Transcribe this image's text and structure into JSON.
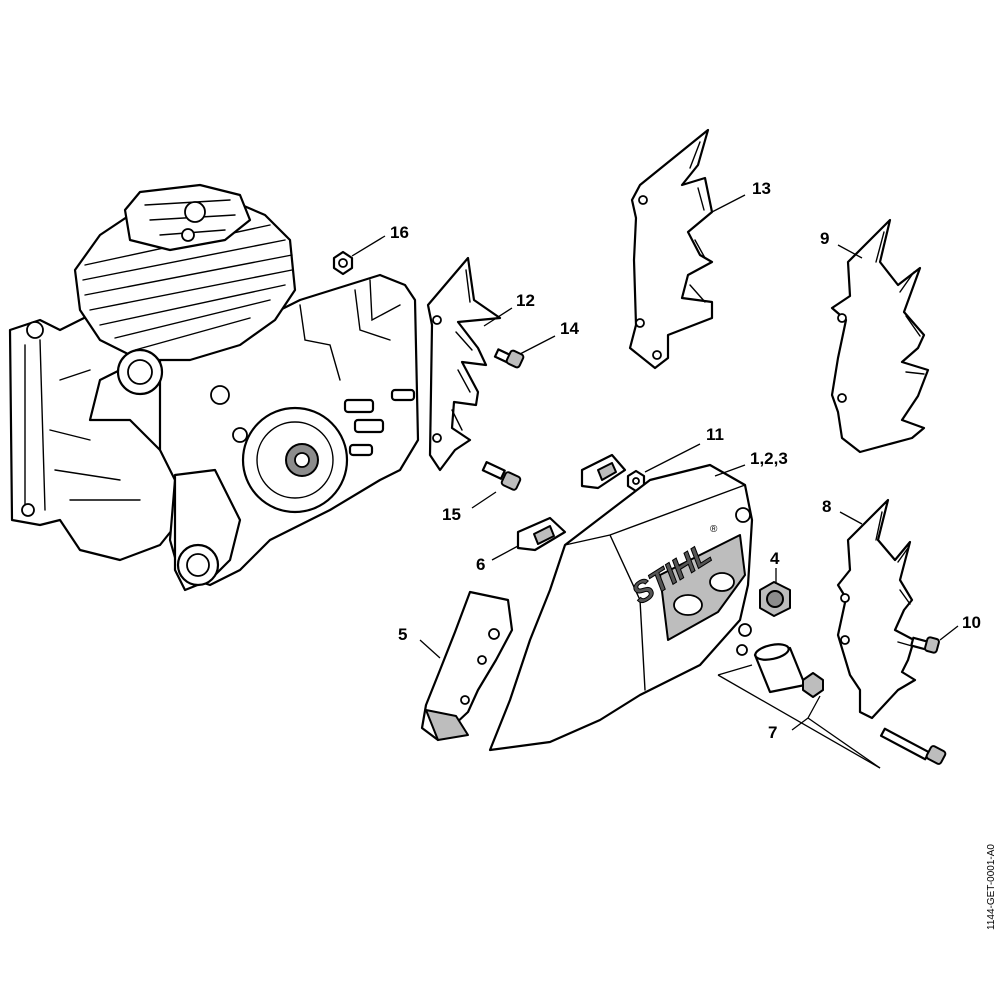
{
  "callouts": {
    "c16": "16",
    "c13": "13",
    "c9": "9",
    "c12": "12",
    "c14": "14",
    "c11": "11",
    "c123": "1,2,3",
    "c15": "15",
    "c8": "8",
    "c6": "6",
    "c4": "4",
    "c5": "5",
    "c10": "10",
    "c7": "7"
  },
  "brand_logo": "STIHL",
  "document_id": "1144-GET-0001-A0"
}
